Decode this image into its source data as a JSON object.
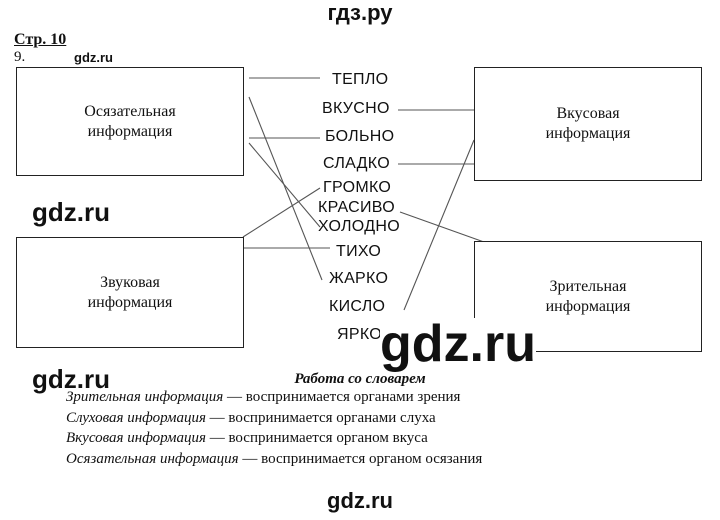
{
  "watermarks": {
    "top": "гдз.ру",
    "small": "gdz.ru",
    "left_1": "gdz.ru",
    "left_2": "gdz.ru",
    "center": "gdz.ru",
    "bottom": "gdz.ru"
  },
  "header": {
    "page_ref": "Стр. 10",
    "task_number": "9."
  },
  "boxes": {
    "tactile": "Осязательная информация",
    "taste": "Вкусовая информация",
    "sound": "Звуковая информация",
    "visual": "Зрительная информация"
  },
  "words": [
    "ТЕПЛО",
    "ВКУСНО",
    "БОЛЬНО",
    "СЛАДКО",
    "ГРОМКО",
    "КРАСИВО",
    "ХОЛОДНО",
    "ТИХО",
    "ЖАРКО",
    "КИСЛО",
    "ЯРКО"
  ],
  "vocabulary": {
    "title": "Работа со словарем",
    "entries": [
      {
        "term": "Зрительная информация",
        "definition": " — воспринимается органами зрения"
      },
      {
        "term": "Слуховая  информация",
        "definition": " — воспринимается органами слуха"
      },
      {
        "term": "Вкусовая информация",
        "definition": " — воспринимается органом вкуса"
      },
      {
        "term": "Осязательная информация",
        "definition": " — воспринимается органом осязания"
      }
    ]
  },
  "colors": {
    "line": "#555555",
    "text": "#111111"
  }
}
